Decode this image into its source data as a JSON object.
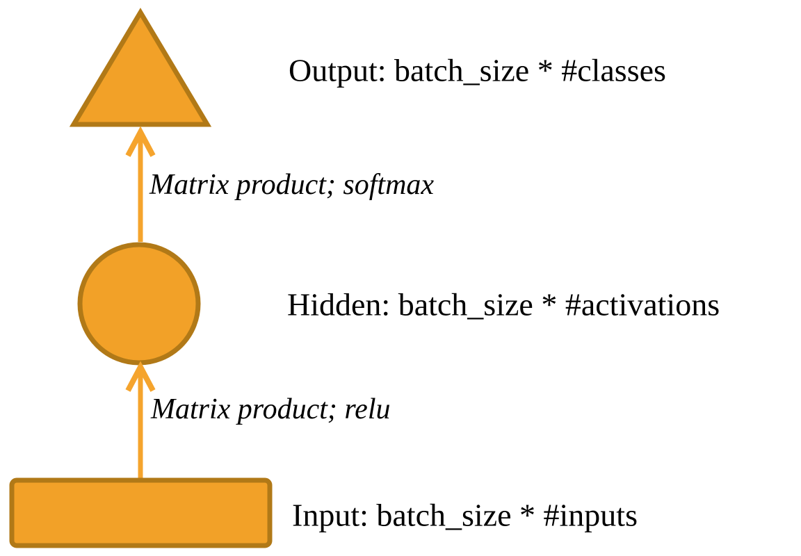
{
  "diagram": {
    "title": "feedforward-network-shapes",
    "nodes": [
      {
        "id": "output",
        "shape": "triangle",
        "label": "Output: batch_size * #classes"
      },
      {
        "id": "hidden",
        "shape": "circle",
        "label": "Hidden: batch_size * #activations"
      },
      {
        "id": "input",
        "shape": "rectangle",
        "label": "Input: batch_size * #inputs"
      }
    ],
    "edges": [
      {
        "from": "hidden",
        "to": "output",
        "label": "Matrix product; softmax"
      },
      {
        "from": "input",
        "to": "hidden",
        "label": "Matrix product; relu"
      }
    ]
  },
  "colors": {
    "shape_fill": "#F2A128",
    "shape_stroke": "#B17917",
    "arrow": "#F5A42D"
  }
}
